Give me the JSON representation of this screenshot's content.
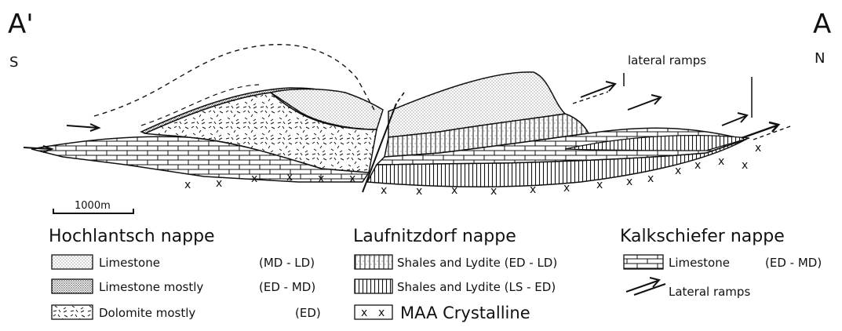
{
  "section": {
    "left_end": "A'",
    "left_dir": "S",
    "right_end": "A",
    "right_dir": "N",
    "ramps_label": "lateral ramps",
    "scale_label": "1000m"
  },
  "legend": {
    "hochlantsch": {
      "title": "Hochlantsch nappe",
      "items": [
        {
          "label": "Limestone",
          "code": "(MD - LD)"
        },
        {
          "label": "Limestone mostly",
          "code": "(ED - MD)"
        },
        {
          "label": "Dolomite mostly",
          "code": "(ED)"
        }
      ]
    },
    "laufnitzdorf": {
      "title": "Laufnitzdorf nappe",
      "items": [
        {
          "label": "Shales and Lydite (ED - LD)"
        },
        {
          "label": "Shales and Lydite (LS - ED)"
        }
      ],
      "crystalline": "MAA Crystalline"
    },
    "kalkschiefer": {
      "title": "Kalkschiefer nappe",
      "items": [
        {
          "label": "Limestone",
          "code": "(ED - MD)"
        },
        {
          "label": "Lateral ramps"
        }
      ]
    }
  }
}
